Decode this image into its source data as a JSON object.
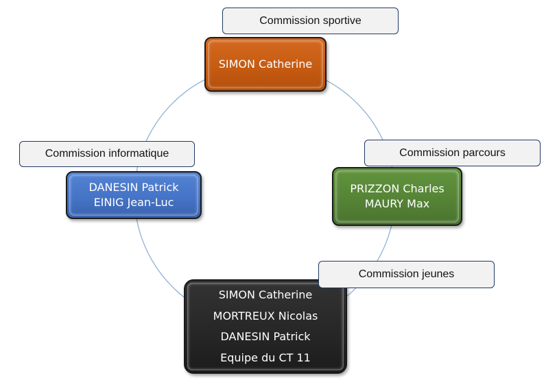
{
  "diagram": {
    "colors": {
      "ring": "#8fb0d6",
      "sport": "#c55a11",
      "info": "#4472c4",
      "parcours": "#548235",
      "jeunes": "#262626"
    },
    "nodes": {
      "sport": {
        "lines": [
          "SIMON Catherine"
        ],
        "callout": "Commission sportive"
      },
      "info": {
        "lines": [
          "DANESIN Patrick",
          "EINIG Jean-Luc"
        ],
        "callout": "Commission informatique"
      },
      "parcours": {
        "lines": [
          "PRIZZON Charles",
          "MAURY Max"
        ],
        "callout": "Commission parcours"
      },
      "jeunes": {
        "lines": [
          "SIMON Catherine",
          "MORTREUX Nicolas",
          "DANESIN Patrick",
          "Equipe du CT 11"
        ],
        "callout": "Commission jeunes"
      }
    }
  }
}
